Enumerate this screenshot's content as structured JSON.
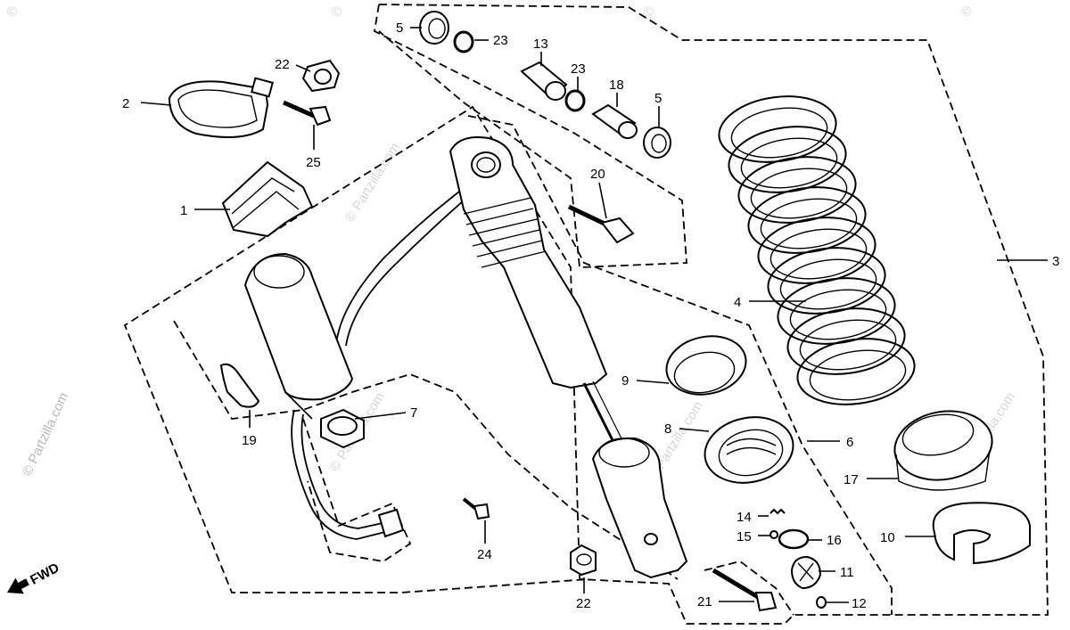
{
  "watermark": {
    "vertical": "© Partzilla.com",
    "diag1": "© Partzilla.com",
    "diag2": "© Partzilla.com",
    "diag3": "© Partzilla.com",
    "diag4": "© Partzilla.com",
    "corner": "©"
  },
  "fwd_label": "FWD",
  "callouts": {
    "c1": "1",
    "c2": "2",
    "c3": "3",
    "c4": "4",
    "c5a": "5",
    "c5b": "5",
    "c6": "6",
    "c7": "7",
    "c8": "8",
    "c9": "9",
    "c10": "10",
    "c11": "11",
    "c12": "12",
    "c13": "13",
    "c14": "14",
    "c15": "15",
    "c16": "16",
    "c17": "17",
    "c18": "18",
    "c19": "19",
    "c20": "20",
    "c21": "21",
    "c22a": "22",
    "c22b": "22",
    "c23a": "23",
    "c23b": "23",
    "c24": "24",
    "c25": "25"
  }
}
